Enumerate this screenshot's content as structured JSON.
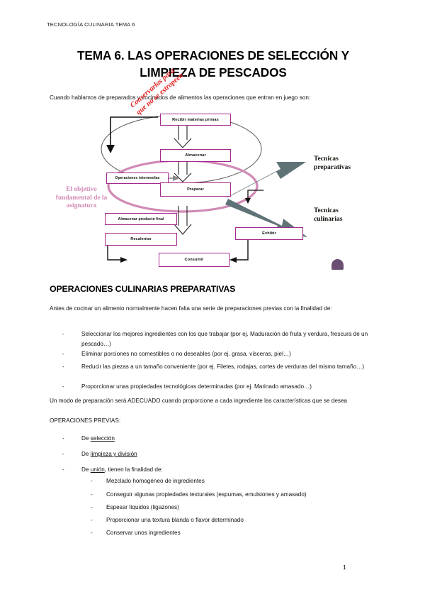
{
  "header": {
    "running_head": "TECNOLOGÍA CULINARIA TEMA 6"
  },
  "title": {
    "line1": "TEMA 6. LAS OPERACIONES DE SELECCIÓN Y",
    "line2": "LIMPIEZA DE PESCADOS"
  },
  "intro": {
    "text": "Cuando hablamos de preparados y cocinados de alimentos las operaciones que entran en juego son:"
  },
  "diagram": {
    "boxes": {
      "recibir": "Recibir materias primas",
      "almacenar": "Almacenar",
      "operaciones_intermedias": "Operaciones intermedias",
      "preparar": "Preparar",
      "almacenar_producto_final": "Almacenar producto final",
      "recalentar": "Recalentar",
      "exhibir": "Exhibir",
      "consumir": "Consumir"
    },
    "annotations": {
      "handwritten_note_line1": "Conservarlas para",
      "handwritten_note_line2": "que no se estropeen",
      "objective_label": "El objetivo fundamental de la asignatura",
      "tecnicas_preparativas_line1": "Tecnicas",
      "tecnicas_preparativas_line2": "preparativas",
      "tecnicas_culinarias_line1": "Tecnicas",
      "tecnicas_culinarias_line2": "culinarias"
    },
    "colors": {
      "box_border": "#a4288e",
      "highlight_ellipse": "#d18ab6",
      "plain_ellipse": "#555555",
      "arrow_block": "#5f7377",
      "handwriting": "#e02020",
      "objective_text": "#d18ab6",
      "dome": "#6b4f72"
    }
  },
  "section": {
    "heading": "OPERACIONES CULINARIAS PREPARATIVAS",
    "intro": "Antes de cocinar un alimento normalmente hacen falta una serie de preparaciones previas con la finalidad de:",
    "bullets": [
      "Seleccionar los mejores ingredientes con los que trabajar (por ej. Maduración de fruta y verdura, frescura de un pescado…)",
      "Eliminar porciones no comestibles o no deseables (por ej. grasa, vísceras, piel…)",
      "Reducir las piezas a un tamaño conveniente (por ej. Filetes, rodajas, cortes de verduras del mismo tamaño…)",
      "Proporcionar unas propiedades tecnológicas determinadas (por ej. Marinado amasado…)"
    ],
    "adequate_note": "Un modo de preparación será ADECUADO cuando proporcione a cada ingrediente las características que se desea",
    "previas_label": "OPERACIONES PREVIAS:"
  },
  "previas": {
    "items": [
      {
        "prefix": "De ",
        "underlined": "selección",
        "suffix": ""
      },
      {
        "prefix": "De ",
        "underlined": "limpieza y división",
        "suffix": ""
      },
      {
        "prefix": "De ",
        "underlined": "unión",
        "suffix": ", tienen la finalidad de:"
      }
    ],
    "sub_items": [
      "Mezclado homogéneo de ingredientes",
      "Conseguir algunas propiedades texturales (espumas, emulsiones y amasado)",
      "Espesar líquidos (ligazones)",
      "Proporcionar una textura blanda o flavor determinado",
      "Conservar unos ingredientes"
    ]
  },
  "footer": {
    "page_number": "1"
  },
  "bullet_glyph": "-"
}
